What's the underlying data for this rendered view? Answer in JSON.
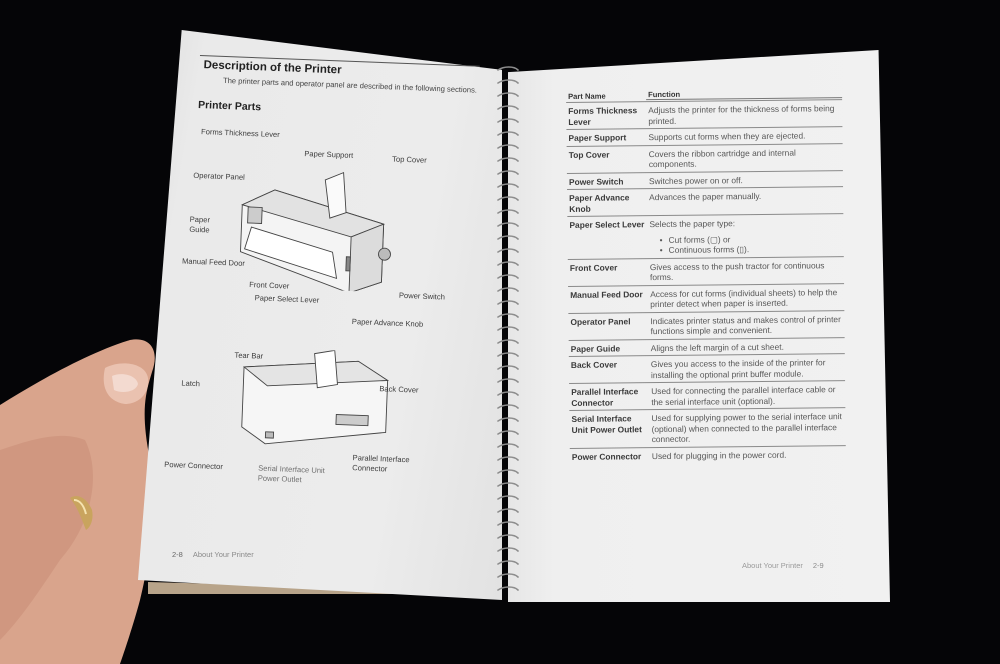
{
  "left_page": {
    "section_title": "Description of the Printer",
    "section_description": "The printer parts and operator panel are described in the following sections.",
    "subheading": "Printer Parts",
    "front_diagram_labels": {
      "forms_thickness_lever": "Forms Thickness Lever",
      "paper_support": "Paper Support",
      "top_cover": "Top Cover",
      "operator_panel": "Operator Panel",
      "paper_guide_1": "Paper",
      "paper_guide_2": "Guide",
      "manual_feed_door": "Manual Feed Door",
      "front_cover": "Front Cover",
      "paper_select_lever": "Paper Select Lever",
      "power_switch": "Power Switch",
      "paper_advance_knob": "Paper Advance Knob"
    },
    "rear_diagram_labels": {
      "tear_bar": "Tear Bar",
      "latch": "Latch",
      "back_cover": "Back Cover",
      "parallel_interface_connector_1": "Parallel Interface",
      "parallel_interface_connector_2": "Connector",
      "power_connector": "Power Connector",
      "serial_interface_unit_1": "Serial Interface Unit",
      "serial_interface_unit_2": "Power Outlet"
    },
    "footer": {
      "page_number": "2-8",
      "chapter": "About Your Printer"
    }
  },
  "right_page": {
    "table": {
      "headers": {
        "part_name": "Part Name",
        "function": "Function"
      },
      "rows": [
        {
          "name": "Forms Thickness Lever",
          "function": "Adjusts the printer for the thickness of forms being printed."
        },
        {
          "name": "Paper Support",
          "function": "Supports cut forms when they are ejected."
        },
        {
          "name": "Top Cover",
          "function": "Covers the ribbon cartridge and internal components."
        },
        {
          "name": "Power Switch",
          "function": "Switches power on or off."
        },
        {
          "name": "Paper Advance Knob",
          "function": "Advances the paper manually."
        },
        {
          "name": "Paper Select Lever",
          "function": "Selects the paper type:",
          "bullets": [
            "Cut forms (▢) or",
            "Continuous forms (▯)."
          ]
        },
        {
          "name": "Front Cover",
          "function": "Gives access to the push tractor for continuous forms."
        },
        {
          "name": "Manual Feed Door",
          "function": "Access for cut forms (individual sheets) to help the printer detect when paper is inserted."
        },
        {
          "name": "Operator Panel",
          "function": "Indicates printer status and makes control of printer functions simple and convenient."
        },
        {
          "name": "Paper Guide",
          "function": "Aligns the left margin of a cut sheet."
        },
        {
          "name": "Back Cover",
          "function": "Gives you access to the inside of the printer for installing the optional print buffer module."
        },
        {
          "name": "Parallel Interface Connector",
          "function": "Used for connecting the parallel interface cable or the serial interface unit (optional)."
        },
        {
          "name": "Serial Interface Unit Power Outlet",
          "function": "Used for supplying power to the serial interface unit (optional) when connected to the parallel interface connector."
        },
        {
          "name": "Power Connector",
          "function": "Used for plugging in the power cord."
        }
      ]
    },
    "footer": {
      "chapter": "About Your Printer",
      "page_number": "2-9"
    }
  }
}
